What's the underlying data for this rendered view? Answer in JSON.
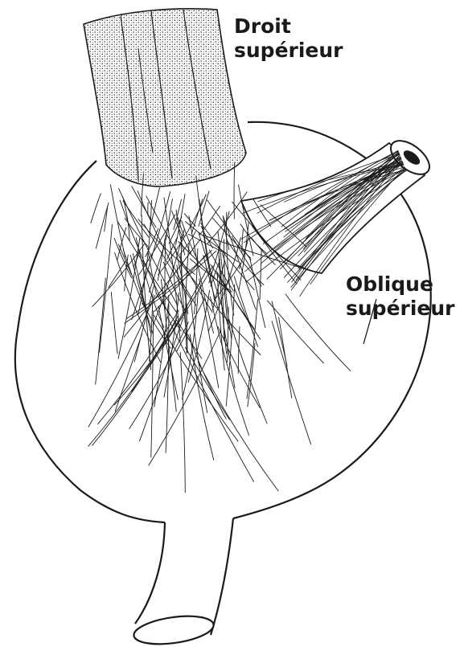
{
  "labels": {
    "superior_rectus": {
      "line1": "Droit",
      "line2": "supérieur"
    },
    "superior_oblique": {
      "line1": "Oblique",
      "line2": "supérieur"
    }
  },
  "colors": {
    "ink": "#1a1a1a",
    "background": "#ffffff"
  }
}
